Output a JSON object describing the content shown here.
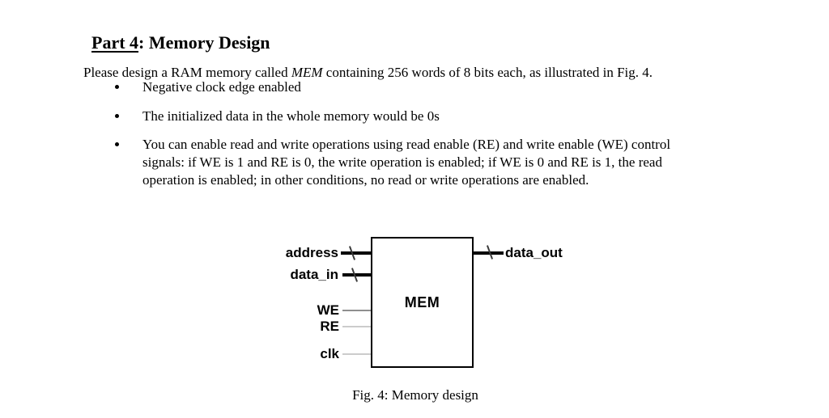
{
  "page": {
    "background": "#ffffff",
    "text_color": "#000000"
  },
  "content": {
    "title": {
      "underlined": "Part 4",
      "rest": ": Memory Design"
    },
    "intro": {
      "pre": "Please design a RAM memory called ",
      "emphasis": "MEM",
      "post": " containing 256 words of 8 bits each, as illustrated in Fig. 4."
    },
    "bullets": [
      {
        "lines": [
          "Negative clock edge enabled"
        ]
      },
      {
        "lines": [
          "The initialized data in the whole memory would be 0s"
        ]
      },
      {
        "lines": [
          "You can enable read and write operations using read enable (RE) and write enable (WE) control",
          "signals: if WE is 1 and RE is 0, the write operation is enabled; if WE is 0 and RE is 1, the read",
          "operation is enabled; in other conditions, no read or write operations are enabled."
        ]
      }
    ]
  },
  "figure": {
    "block_label": "MEM",
    "ports": {
      "address": {
        "label": "address",
        "direction": "input",
        "bus": true
      },
      "data_in": {
        "label": "data_in",
        "direction": "input",
        "bus": true
      },
      "we": {
        "label": "WE",
        "direction": "input",
        "bus": false
      },
      "re": {
        "label": "RE",
        "direction": "input",
        "bus": false
      },
      "clk": {
        "label": "clk",
        "direction": "input",
        "bus": false
      },
      "data_out": {
        "label": "data_out",
        "direction": "output",
        "bus": true
      }
    },
    "caption": "Fig. 4: Memory design"
  },
  "colors": {
    "bus_line": "#000000",
    "we_line": "#8f8f8f",
    "re_line": "#cccccc",
    "clk_line": "#cccccc",
    "bus_tick": "#3a3a3a",
    "block_border": "#000000"
  }
}
